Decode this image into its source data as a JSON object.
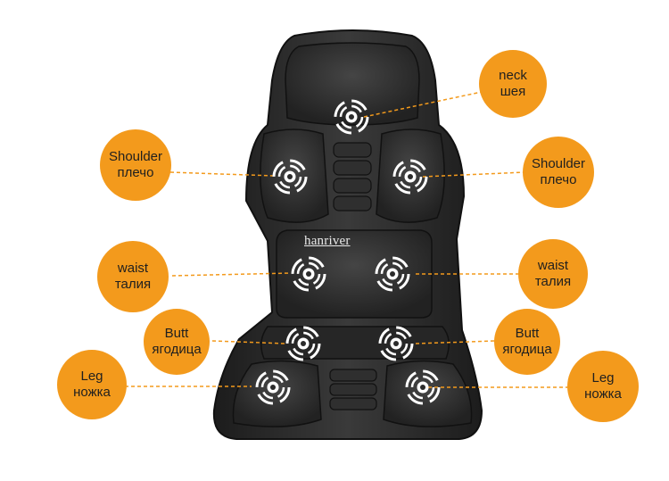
{
  "brand": "hanriver",
  "colors": {
    "bubble": "#f39a1c",
    "connector": "#f39a1c",
    "cushion": "#2b2b2b",
    "node": "#ffffff"
  },
  "labels": {
    "neck": {
      "en": "neck",
      "ru": "шея"
    },
    "shoulder_left": {
      "en": "Shoulder",
      "ru": "плечо"
    },
    "shoulder_right": {
      "en": "Shoulder",
      "ru": "плечо"
    },
    "waist_left": {
      "en": "waist",
      "ru": "талия"
    },
    "waist_right": {
      "en": "waist",
      "ru": "талия"
    },
    "butt_left": {
      "en": "Butt",
      "ru": "ягодица"
    },
    "butt_right": {
      "en": "Butt",
      "ru": "ягодица"
    },
    "leg_left": {
      "en": "Leg",
      "ru": "ножка"
    },
    "leg_right": {
      "en": "Leg",
      "ru": "ножка"
    }
  }
}
